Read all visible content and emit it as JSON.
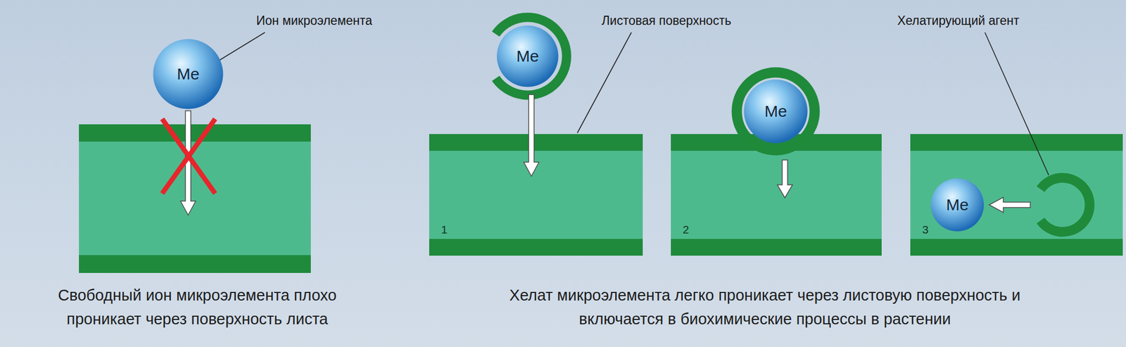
{
  "diagram": {
    "nodes": [
      {
        "text": [
          "Me"
        ]
      },
      {
        "text": [
          "Me"
        ]
      },
      {
        "text": [
          "1"
        ]
      },
      {
        "text": [
          "Me"
        ]
      },
      {
        "text": [
          "2"
        ]
      },
      {
        "text": [
          "3"
        ]
      },
      {
        "text": [
          "Me"
        ],
        "in": 5
      }
    ],
    "labels": [
      "Ион микроэлемента",
      "Листовая поверхность",
      "Хелатирующий агент",
      "Свободный ион микроэлемента плохо проникает через поверхность листа",
      "Хелат микроэлемента легко проникает через листовую поверхность и включается в биохимические процессы в растении"
    ]
  }
}
